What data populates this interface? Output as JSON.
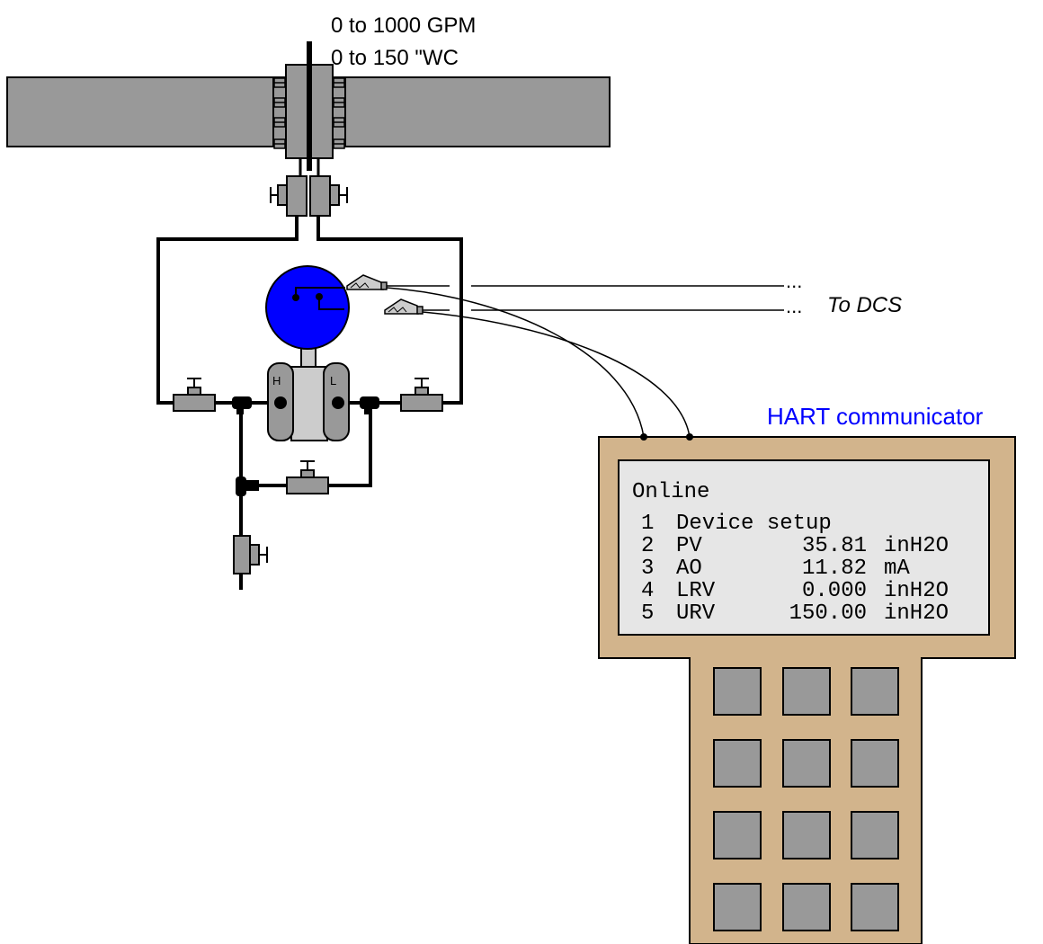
{
  "flow_range": "0 to 1000 GPM",
  "dp_range": "0 to 150 \"WC",
  "dcs_ellipsis_1": "...",
  "dcs_ellipsis_2": "...",
  "dcs_label": "To DCS",
  "communicator_label": "HART communicator",
  "transmitter": {
    "high_label": "H",
    "low_label": "L"
  },
  "screen": {
    "title": "Online",
    "menu": [
      {
        "num": "1",
        "label": "Device setup",
        "value": "",
        "unit": ""
      },
      {
        "num": "2",
        "label": "PV",
        "value": "35.81",
        "unit": "inH2O"
      },
      {
        "num": "3",
        "label": "AO",
        "value": "11.82",
        "unit": "mA"
      },
      {
        "num": "4",
        "label": "LRV",
        "value": "0.000",
        "unit": "inH2O"
      },
      {
        "num": "5",
        "label": "URV",
        "value": "150.00",
        "unit": "inH2O"
      }
    ]
  },
  "colors": {
    "pipe": "#999999",
    "transmitter_head": "#0000ff",
    "communicator_body": "#d2b48c",
    "screen": "#e6e6e6",
    "key": "#999999",
    "label_accent": "#0000ff"
  }
}
